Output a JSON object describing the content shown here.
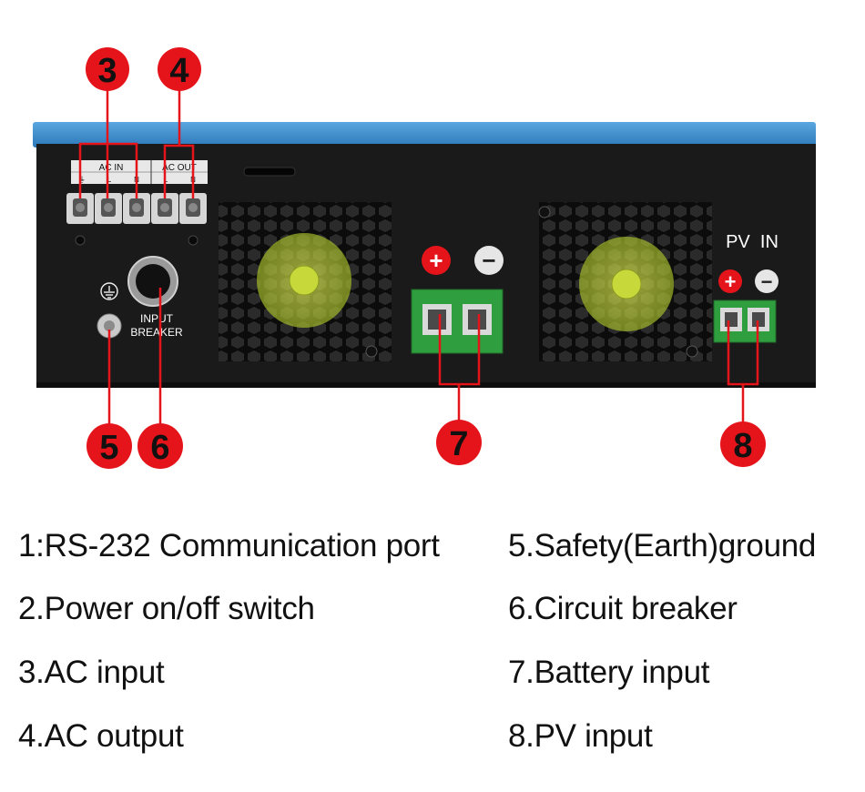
{
  "callouts": [
    {
      "id": "3",
      "label": "3"
    },
    {
      "id": "4",
      "label": "4"
    },
    {
      "id": "5",
      "label": "5"
    },
    {
      "id": "6",
      "label": "6"
    },
    {
      "id": "7",
      "label": "7"
    },
    {
      "id": "8",
      "label": "8"
    }
  ],
  "panel": {
    "ac_in_label": "AC  IN",
    "ac_out_label": "AC  OUT",
    "terminal_marks": [
      "⏚",
      "L",
      "N",
      "L",
      "N"
    ],
    "breaker_label_line1": "INPUT",
    "breaker_label_line2": "BREAKER",
    "pv_label": "PV  IN",
    "plus_sign": "+",
    "minus_sign": "−"
  },
  "legend": [
    {
      "text": "1:RS-232 Communication port"
    },
    {
      "text": "5.Safety(Earth)ground"
    },
    {
      "text": "2.Power on/off switch"
    },
    {
      "text": "6.Circuit breaker"
    },
    {
      "text": "3.AC input"
    },
    {
      "text": "7.Battery input"
    },
    {
      "text": "4.AC output"
    },
    {
      "text": "8.PV input"
    }
  ],
  "colors": {
    "callout_red": "#e5141b",
    "case_blue": "#3a8fd0",
    "panel_black": "#1a1a1a",
    "terminal_green": "#2f9e3f",
    "fan_yellow": "#d7e63a"
  }
}
